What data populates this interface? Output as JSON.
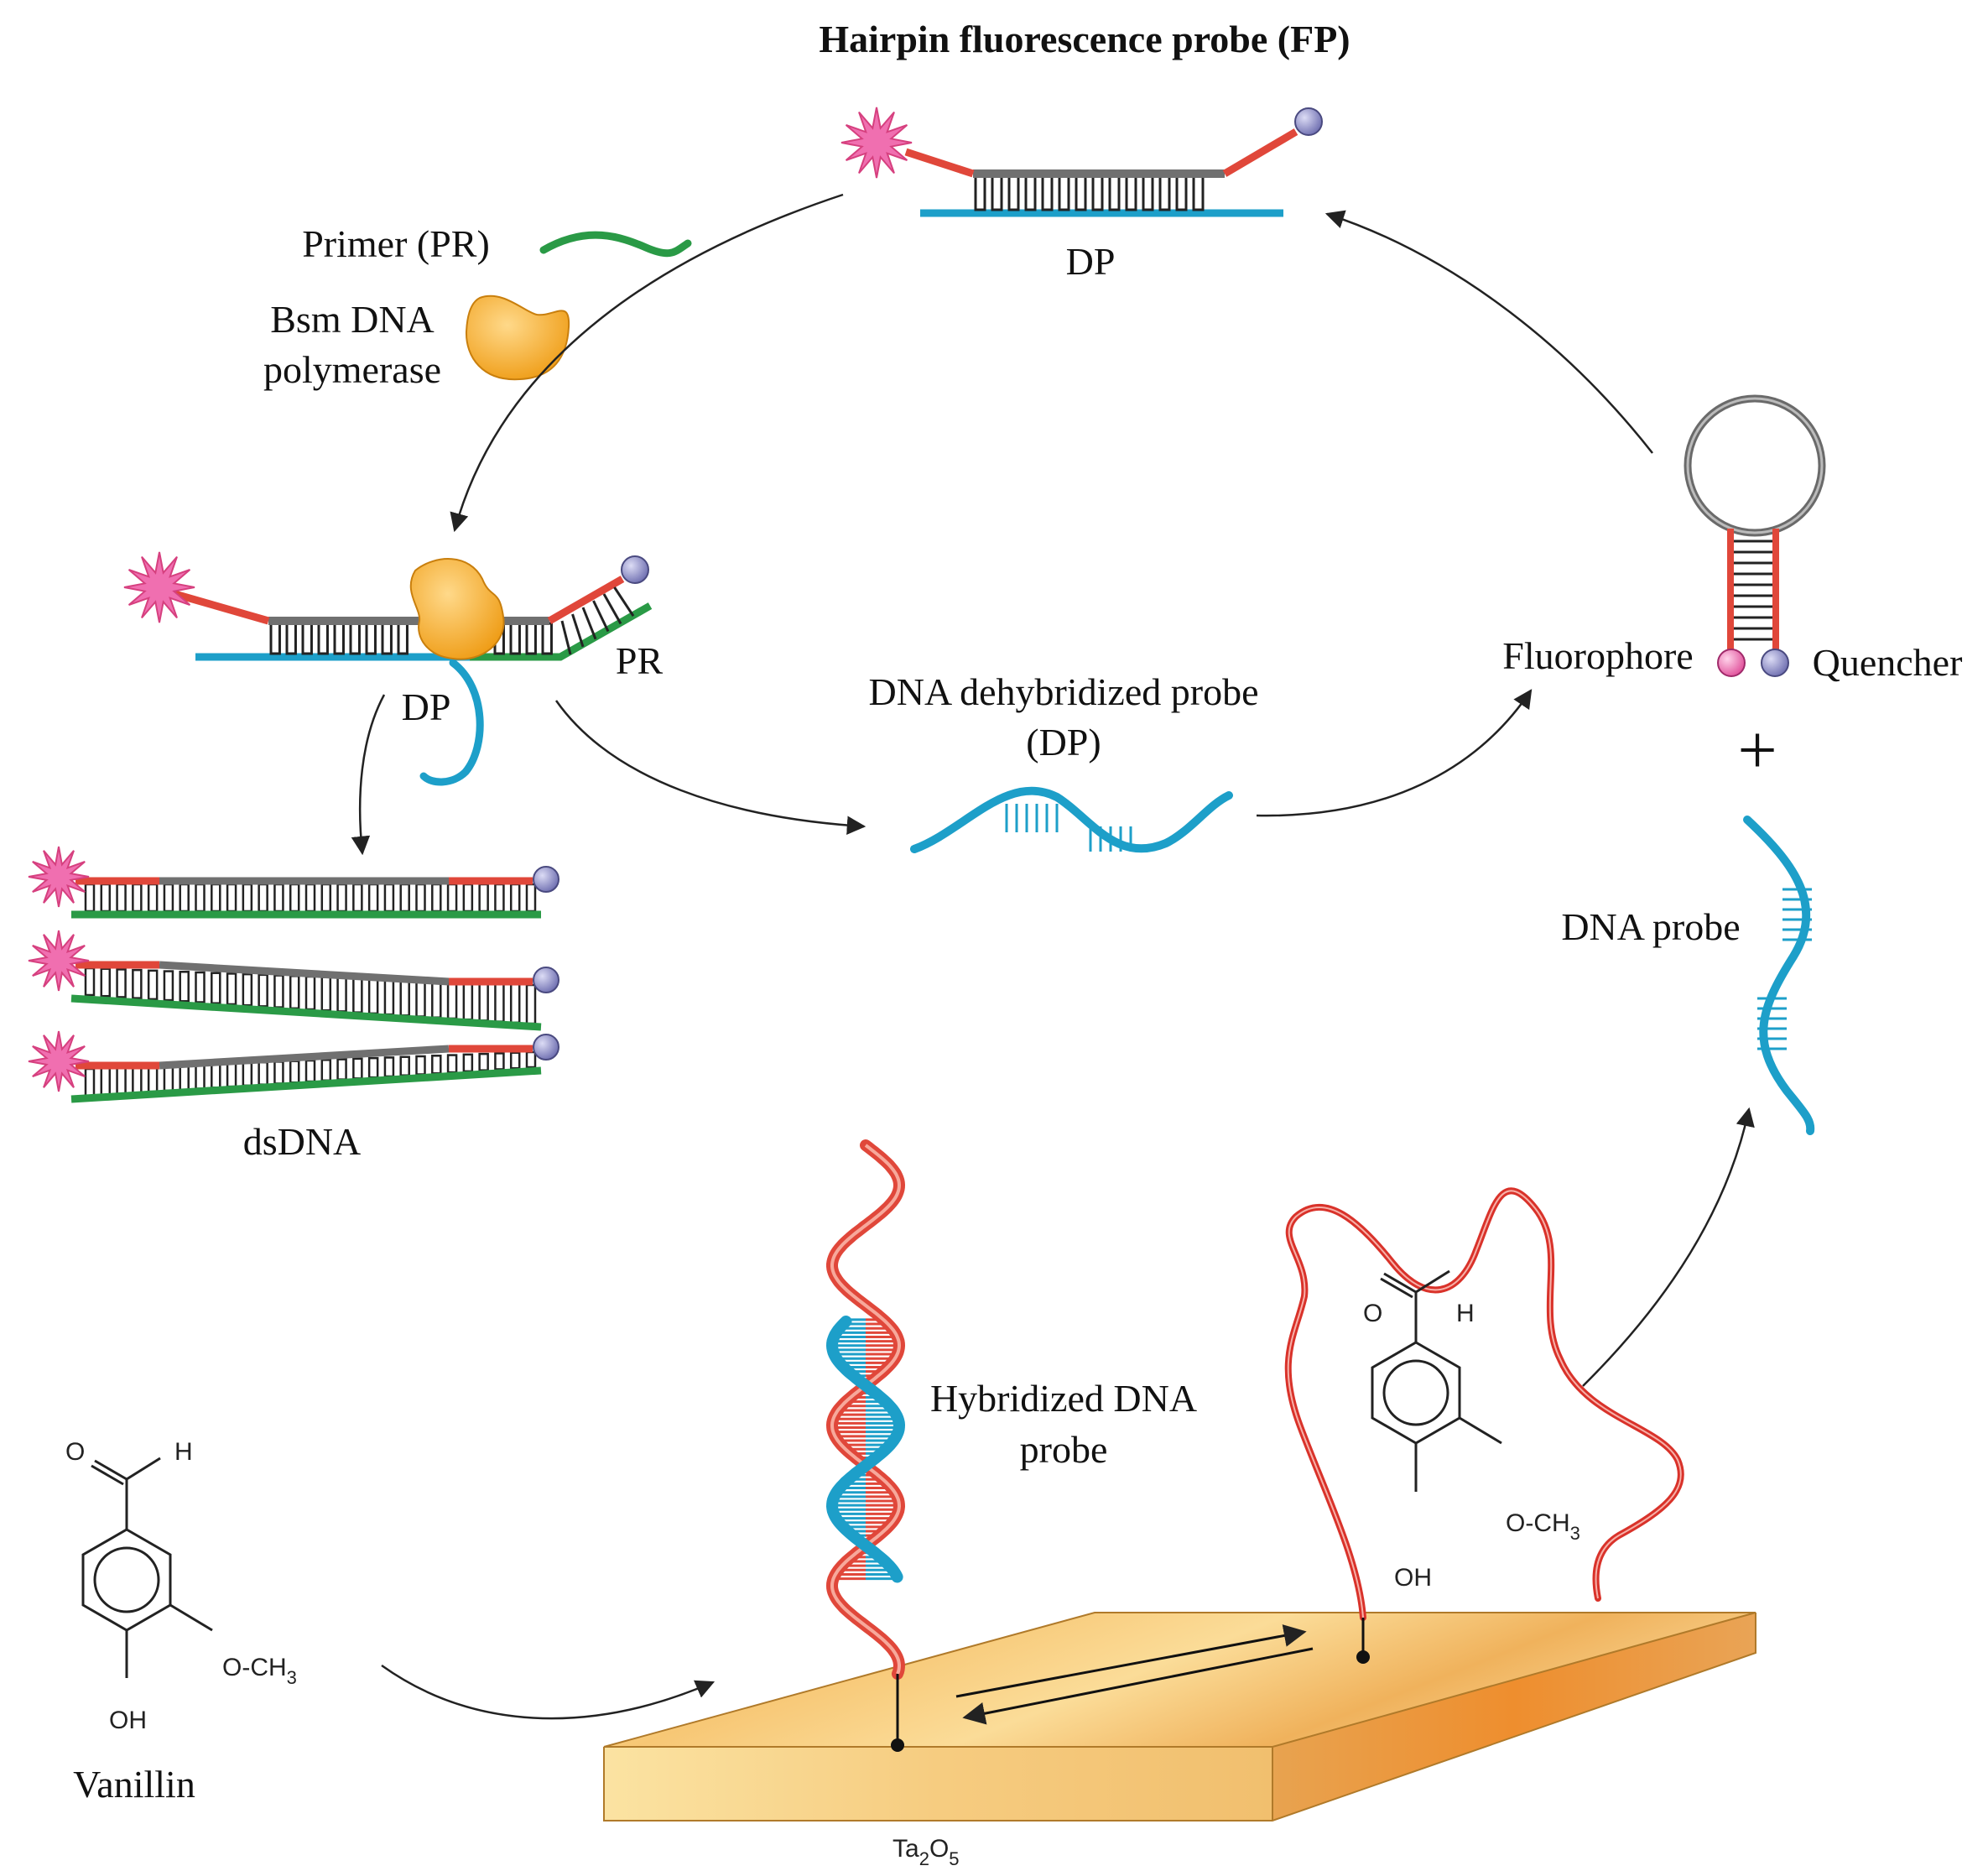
{
  "title": "Hairpin fluorescence probe (FP)",
  "labels": {
    "dp_top": "DP",
    "primer": "Primer (PR)",
    "bsm_line1": "Bsm DNA",
    "bsm_line2": "polymerase",
    "dp_left": "DP",
    "pr": "PR",
    "dehyb_line1": "DNA dehybridized probe",
    "dehyb_line2": "(DP)",
    "fluorophore": "Fluorophore",
    "quencher": "Quencher",
    "plus": "+",
    "dna_probe": "DNA probe",
    "dsdna": "dsDNA",
    "hybridized_line1": "Hybridized DNA",
    "hybridized_line2": "probe",
    "vanillin": "Vanillin",
    "substrate": "Ta",
    "substrate_sub1": "2",
    "substrate_o": "O",
    "substrate_sub2": "5"
  },
  "chem": {
    "O": "O",
    "H": "H",
    "OCH": "O-CH",
    "sub3": "3",
    "OH": "OH"
  },
  "colors": {
    "red_strand": "#e0473a",
    "blue_strand": "#1d9fc9",
    "green_strand": "#2a9a46",
    "gray_strand": "#707070",
    "fluorophore_star": "#f06fb0",
    "quencher_ball": "#8f8fc8",
    "enzyme": "#f3a62a",
    "substrate": "#f5c57a"
  }
}
